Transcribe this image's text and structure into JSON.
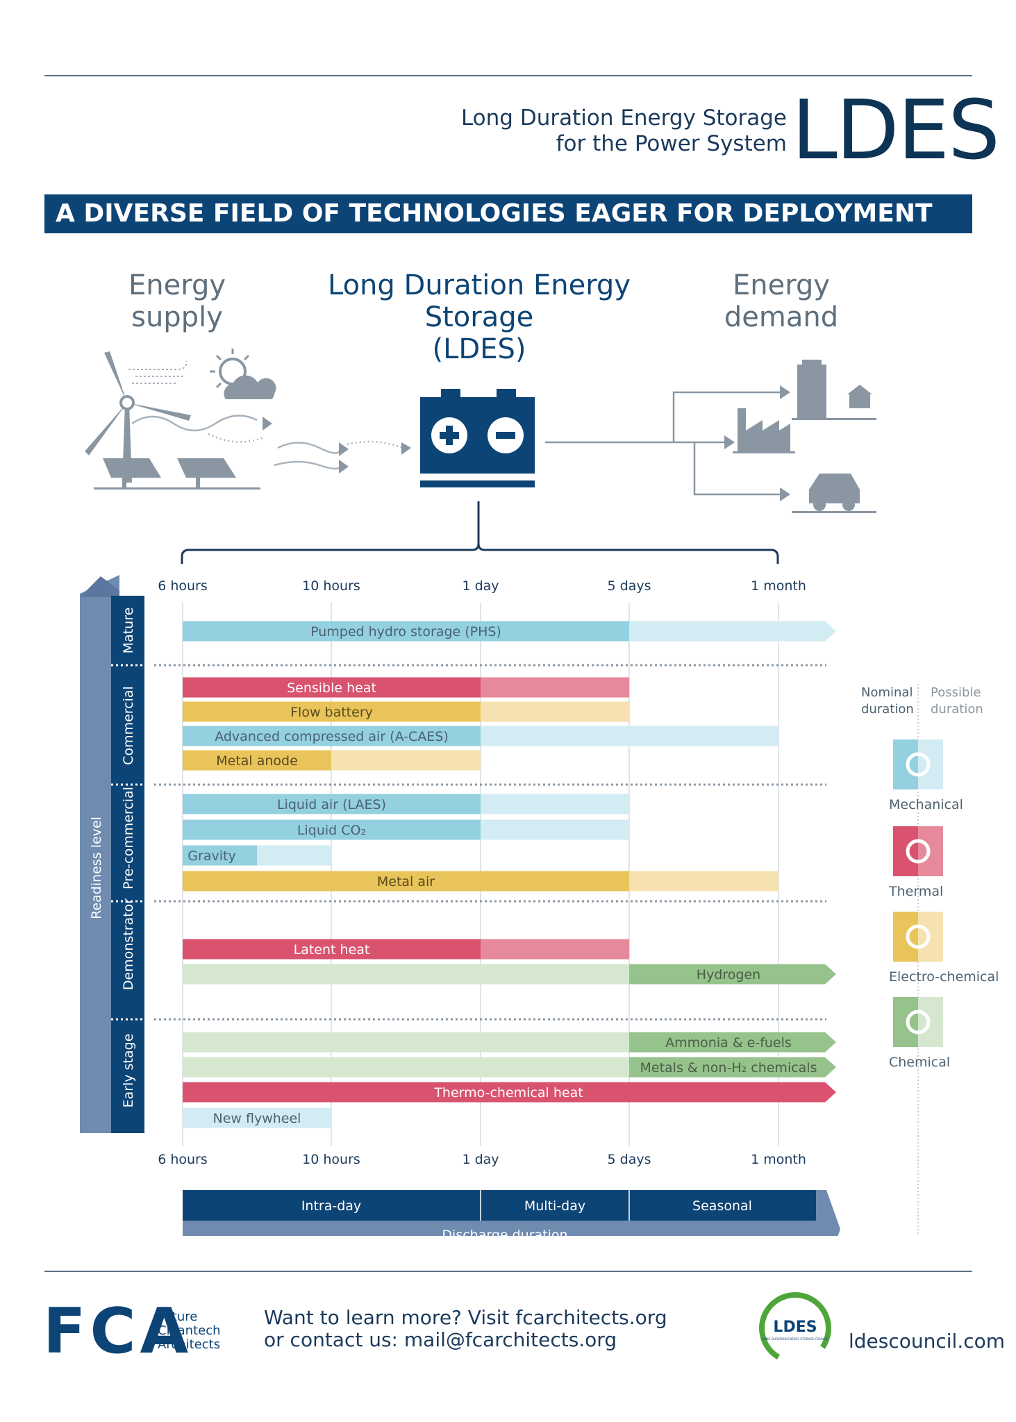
{
  "header": {
    "subtitle_line1": "Long Duration Energy Storage",
    "subtitle_line2": "for the Power System",
    "acronym": "LDES"
  },
  "banner": "A DIVERSE FIELD OF TECHNOLOGIES EAGER FOR DEPLOYMENT",
  "flow": {
    "supply_line1": "Energy",
    "supply_line2": "supply",
    "ldes_line1": "Long Duration Energy Storage",
    "ldes_line2": "(LDES)",
    "demand_line1": "Energy",
    "demand_line2": "demand"
  },
  "colors": {
    "navy": "#0d4476",
    "mechanical": "#93d0e0",
    "mechanical_light": "#d3ecf3",
    "thermal": "#d9536f",
    "thermal_light": "#e68a9b",
    "electrochemical": "#e9c45a",
    "electrochemical_light": "#f6e2b0",
    "chemical": "#96c28c",
    "chemical_light": "#d5e8cf"
  },
  "chart_data": {
    "type": "bar",
    "orientation": "horizontal ranged",
    "x_ticks": [
      "6 hours",
      "10 hours",
      "1 day",
      "5 days",
      "1 month"
    ],
    "y_axis_label": "Readiness level",
    "x_axis_label": "Discharge duration",
    "duration_bands": [
      "Intra-day",
      "Multi-day",
      "Seasonal"
    ],
    "readiness_levels": [
      "Mature",
      "Commercial",
      "Pre-commercial",
      "Demonstrator",
      "Early stage"
    ],
    "legend": {
      "nominal_line1": "Nominal",
      "nominal_line2": "duration",
      "possible_line1": "Possible",
      "possible_line2": "duration",
      "categories": [
        {
          "name": "Mechanical",
          "icon": "gear-icon"
        },
        {
          "name": "Thermal",
          "icon": "thermometer-icon"
        },
        {
          "name": "Electro-chemical",
          "icon": "battery-icon"
        },
        {
          "name": "Chemical",
          "icon": "flask-icon"
        }
      ]
    },
    "technologies": [
      {
        "name": "Pumped hydro storage (PHS)",
        "readiness": "Mature",
        "category": "Mechanical",
        "nominal_from": "6 hours",
        "nominal_to": "5 days",
        "possible_to": "beyond 1 month"
      },
      {
        "name": "Sensible heat",
        "readiness": "Commercial",
        "category": "Thermal",
        "nominal_from": "6 hours",
        "nominal_to": "1 day",
        "possible_to": "5 days"
      },
      {
        "name": "Flow battery",
        "readiness": "Commercial",
        "category": "Electro-chemical",
        "nominal_from": "6 hours",
        "nominal_to": "1 day",
        "possible_to": "5 days"
      },
      {
        "name": "Advanced compressed air (A-CAES)",
        "readiness": "Commercial",
        "category": "Mechanical",
        "nominal_from": "6 hours",
        "nominal_to": "1 day",
        "possible_to": "1 month"
      },
      {
        "name": "Metal anode",
        "readiness": "Commercial",
        "category": "Electro-chemical",
        "nominal_from": "6 hours",
        "nominal_to": "10 hours",
        "possible_to": "1 day"
      },
      {
        "name": "Liquid air (LAES)",
        "readiness": "Pre-commercial",
        "category": "Mechanical",
        "nominal_from": "6 hours",
        "nominal_to": "1 day",
        "possible_to": "5 days"
      },
      {
        "name": "Liquid CO₂",
        "readiness": "Pre-commercial",
        "category": "Mechanical",
        "nominal_from": "6 hours",
        "nominal_to": "1 day",
        "possible_to": "5 days"
      },
      {
        "name": "Gravity",
        "readiness": "Pre-commercial",
        "category": "Mechanical",
        "nominal_from": "6 hours",
        "nominal_to": "8 hours",
        "possible_to": "10 hours"
      },
      {
        "name": "Metal air",
        "readiness": "Pre-commercial",
        "category": "Electro-chemical",
        "nominal_from": "6 hours",
        "nominal_to": "5 days",
        "possible_to": "1 month"
      },
      {
        "name": "Latent heat",
        "readiness": "Demonstrator",
        "category": "Thermal",
        "nominal_from": "6 hours",
        "nominal_to": "1 day",
        "possible_to": "5 days"
      },
      {
        "name": "Hydrogen",
        "readiness": "Demonstrator",
        "category": "Chemical",
        "possible_from": "6 hours",
        "nominal_from": "5 days",
        "nominal_to": "beyond 1 month"
      },
      {
        "name": "Ammonia & e-fuels",
        "readiness": "Early stage",
        "category": "Chemical",
        "possible_from": "6 hours",
        "nominal_from": "5 days",
        "nominal_to": "beyond 1 month"
      },
      {
        "name": "Metals & non-H₂ chemicals",
        "readiness": "Early stage",
        "category": "Chemical",
        "possible_from": "6 hours",
        "nominal_from": "5 days",
        "nominal_to": "beyond 1 month"
      },
      {
        "name": "Thermo-chemical heat",
        "readiness": "Early stage",
        "category": "Thermal",
        "nominal_from": "6 hours",
        "nominal_to": "beyond 1 month"
      },
      {
        "name": "New flywheel",
        "readiness": "Early stage",
        "category": "Mechanical",
        "possible_from": "6 hours",
        "possible_to": "10 hours"
      }
    ]
  },
  "footer": {
    "fca_logo": "FCA",
    "fca_line1": "Future",
    "fca_line2": "Cleantech",
    "fca_line3": "Architects",
    "cta_line1": "Want to learn more? Visit fcarchitects.org",
    "cta_line2": "or contact us: mail@fcarchitects.org",
    "ldes_logo": "LDES",
    "ldes_logo_sub": "LONG DURATION ENERGY STORAGE COUNCIL",
    "ldes_site": "ldescouncil.com"
  }
}
